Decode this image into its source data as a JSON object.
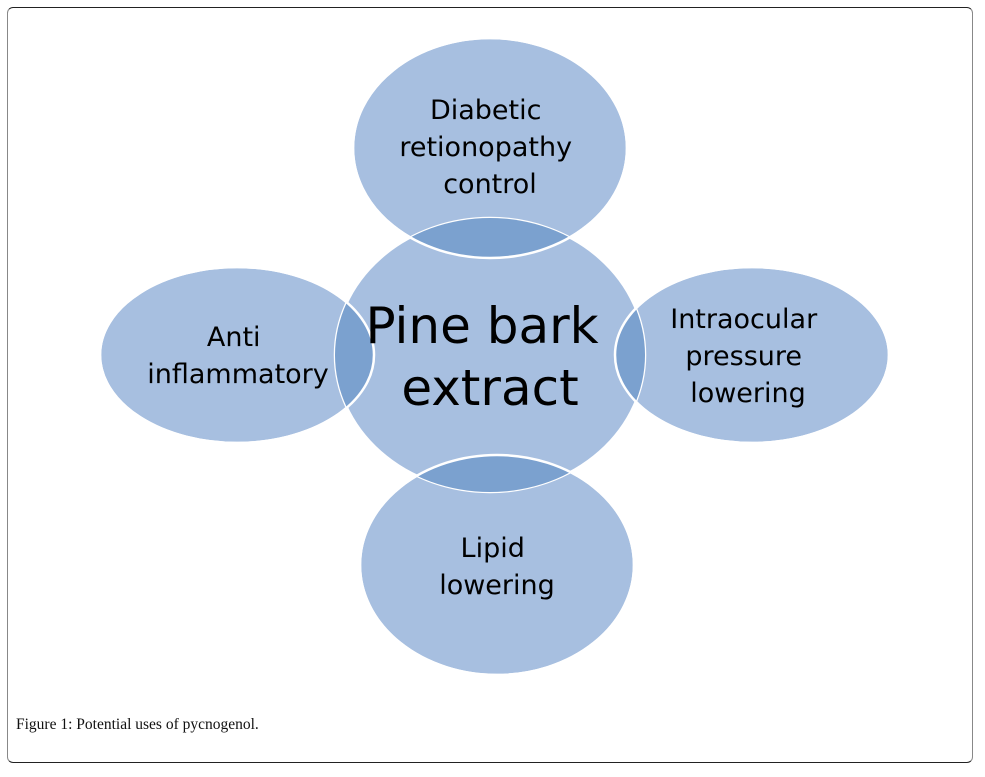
{
  "diagram": {
    "center": {
      "lines": [
        "Pine bark",
        "extract"
      ]
    },
    "satellites": [
      {
        "id": "top",
        "lines": [
          "Diabetic",
          "retionopathy",
          "control"
        ]
      },
      {
        "id": "left",
        "lines": [
          "Anti",
          "inflammatory"
        ]
      },
      {
        "id": "right",
        "lines": [
          "Intraocular",
          "pressure",
          "lowering"
        ]
      },
      {
        "id": "bottom",
        "lines": [
          "Lipid",
          "lowering"
        ]
      }
    ],
    "colors": {
      "fill": "#A7BFE0",
      "overlap": "#7BA1CF",
      "outline": "#FFFFFF",
      "text": "#000000"
    }
  },
  "caption": "Figure 1: Potential uses of pycnogenol."
}
